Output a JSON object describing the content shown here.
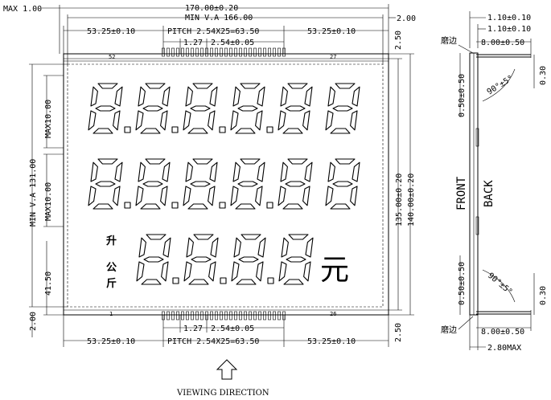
{
  "top_dims": {
    "max_thickness": "MAX 1.00",
    "overall_width": "170.00±0.20",
    "viewing_area": "MIN V.A 166.00",
    "left_margin": "53.25±0.10",
    "pitch": "PITCH 2.54X25=63.50",
    "right_margin": "53.25±0.10",
    "pin_width": "1.27",
    "pin_spacing": "2.54±0.05",
    "edge_right": "2.00",
    "edge_right_v": "2.50"
  },
  "pin_numbers": {
    "top_left": "52",
    "top_right": "27",
    "bottom_left": "1",
    "bottom_right": "26"
  },
  "left_dims": {
    "viewing_height": "MIN V.A 131.00",
    "max_top": "MAX10.00",
    "max_mid": "MAX10.00",
    "offset": "41.50",
    "bottom_edge": "2.00"
  },
  "right_dims": {
    "inner_height": "135.00±0.20",
    "outer_height": "140.00±0.20"
  },
  "bottom_dims": {
    "pin_width": "1.27",
    "pin_spacing": "2.54±0.05",
    "left_margin": "53.25±0.10",
    "pitch": "PITCH 2.54X25=63.50",
    "right_margin": "53.25±0.10",
    "edge_right_v": "2.50"
  },
  "labels": {
    "sheng": "升",
    "gong": "公",
    "jin": "斤",
    "yuan": "元"
  },
  "side_view": {
    "top_a": "1.10±0.10",
    "top_b": "1.10±0.10",
    "bevel_top": "磨边",
    "pin_len_top": "8.00±0.50",
    "gap_top": "0.50±0.50",
    "angle_top": "90°±5°",
    "thk_top": "0.30",
    "front": "FRONT",
    "back": "BACK",
    "gap_bottom": "0.50±0.50",
    "angle_bottom": "90°±5°",
    "thk_bottom": "0.30",
    "bevel_bottom": "磨边",
    "pin_len_bottom": "8.00±0.50",
    "max_total": "2.80MAX"
  },
  "viewing_direction": "VIEWING DIRECTION",
  "digit_rows": [
    {
      "count": 6,
      "value": "888888",
      "dots": 4
    },
    {
      "count": 6,
      "value": "888888",
      "dots": 4
    },
    {
      "count": 4,
      "value": "8888",
      "dots": 3
    }
  ]
}
